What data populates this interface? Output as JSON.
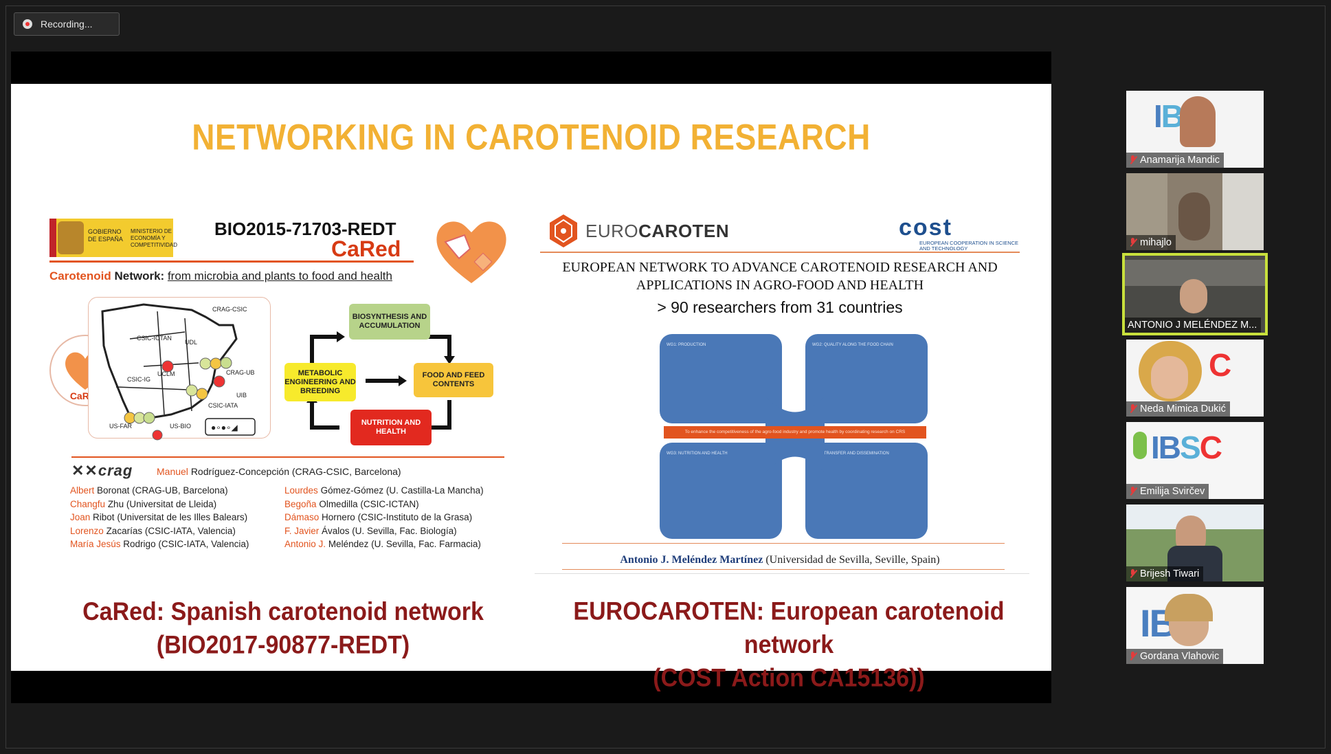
{
  "recording": {
    "label": "Recording..."
  },
  "slide": {
    "title": "NETWORKING IN CAROTENOID RESEARCH",
    "left": {
      "logo_gov": "GOBIERNO DE ESPAÑA",
      "logo_min": "MINISTERIO DE ECONOMÍA Y COMPETITIVIDAD",
      "grant": "BIO2015-71703-REDT",
      "cared": "CaRed",
      "network_label_bold": "Carotenoid",
      "network_label_rest": "Network:",
      "network_label_tail": "from microbia and plants to food and health",
      "map_labels": [
        "CRAG-CSIC",
        "CSIC-ICTAN",
        "UDL",
        "CRAG-UB",
        "UCLM",
        "CSIC-IG",
        "UIB",
        "CSIC-IATA",
        "US-FAR",
        "US-BIO"
      ],
      "cared_small": "CaRed",
      "flow": {
        "top": "BIOSYNTHESIS AND ACCUMULATION",
        "left": "METABOLIC ENGINEERING AND BREEDING",
        "right": "FOOD AND FEED CONTENTS",
        "bottom": "NUTRITION AND HEALTH"
      },
      "crag_logo": "crag",
      "pi_first": "Manuel",
      "pi_last": "Rodríguez-Concepción (CRAG-CSIC, Barcelona)",
      "people_col1": [
        {
          "first": "Albert",
          "rest": "Boronat (CRAG-UB, Barcelona)"
        },
        {
          "first": "Changfu",
          "rest": "Zhu (Universitat de Lleida)"
        },
        {
          "first": "Joan",
          "rest": "Ribot (Universitat de les Illes Balears)"
        },
        {
          "first": "Lorenzo",
          "rest": "Zacarías (CSIC-IATA, Valencia)"
        },
        {
          "first": "María Jesús",
          "rest": "Rodrigo (CSIC-IATA, Valencia)"
        }
      ],
      "people_col2": [
        {
          "first": "Lourdes",
          "rest": "Gómez-Gómez (U. Castilla-La Mancha)"
        },
        {
          "first": "Begoña",
          "rest": "Olmedilla (CSIC-ICTAN)"
        },
        {
          "first": "Dámaso",
          "rest": "Hornero (CSIC-Instituto de la Grasa)"
        },
        {
          "first": "F. Javier",
          "rest": "Ávalos (U. Sevilla, Fac. Biología)"
        },
        {
          "first": "Antonio J.",
          "rest": "Meléndez (U. Sevilla, Fac. Farmacia)"
        }
      ],
      "caption_line1": "CaRed: Spanish carotenoid network",
      "caption_line2": "(BIO2017-90877-REDT)"
    },
    "right": {
      "euro_logo_a": "EURO",
      "euro_logo_b": "CAROTEN",
      "cost": "cost",
      "cost_sub": "EUROPEAN COOPERATION IN SCIENCE AND TECHNOLOGY",
      "network_title": "EUROPEAN NETWORK TO ADVANCE CAROTENOID RESEARCH AND APPLICATIONS IN AGRO-FOOD AND HEALTH",
      "researchers": "> 90 researchers from 31 countries",
      "wg1": "WG1: PRODUCTION",
      "wg2": "WG2: QUALITY ALONG THE FOOD CHAIN",
      "wg3": "WG3: NUTRITION AND HEALTH",
      "wg4": "WG4: TRANSFER AND DISSEMINATION",
      "wg_bar": "To enhance the competitiveness of the agro-food industry and promote health by coordinating research on CRS",
      "author_name": "Antonio J. Meléndez Martínez",
      "author_aff": "(Universidad de Sevilla, Seville, Spain)",
      "caption_line1": "EUROCAROTEN: European carotenoid network",
      "caption_line2": "(COST Action CA15136))"
    }
  },
  "participants": [
    {
      "name": "Anamarija Mandic"
    },
    {
      "name": "mihajlo"
    },
    {
      "name": "ANTONIO J MELÉNDEZ M..."
    },
    {
      "name": "Neda Mimica Dukić"
    },
    {
      "name": "Emilija Svirčev"
    },
    {
      "name": "Brijesh Tiwari"
    },
    {
      "name": "Gordana Vlahovic"
    }
  ],
  "colors": {
    "accent_active": "#c8e03c",
    "title_gold": "#f2b134",
    "caption_red": "#8b1a1a",
    "orange": "#e2541f",
    "wg_blue": "#4a78b7"
  }
}
